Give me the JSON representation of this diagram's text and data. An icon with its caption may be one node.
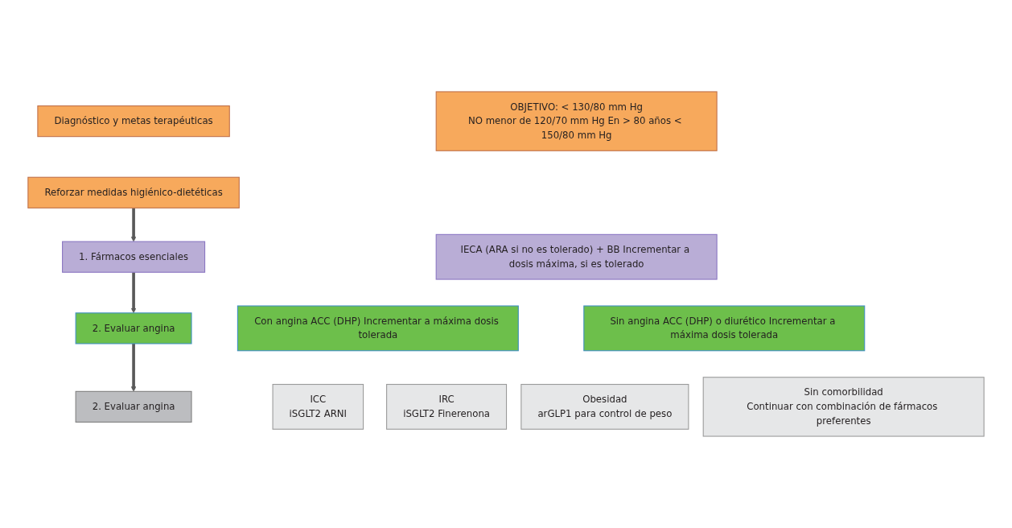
{
  "diagram": {
    "nodes": [
      {
        "text": [
          "Diagnóstico y metas terapéuticas"
        ]
      },
      {
        "text": [
          "OBJETIVO: < 130/80 mm Hg",
          "NO menor de 120/70 mm Hg En > 80 años < 150/80 mm Hg"
        ]
      },
      {
        "text": [
          "Reforzar medidas higiénico-dietéticas"
        ]
      },
      {
        "text": [
          "1. Fármacos esenciales"
        ]
      },
      {
        "text": [
          "IECA (ARA si no es tolerado) + BB Incrementar a dosis máxima, si es tolerado"
        ]
      },
      {
        "text": [
          "2. Evaluar angina"
        ]
      },
      {
        "text": [
          "Con angina ACC (DHP) Incrementar a máxima dosis tolerada"
        ]
      },
      {
        "text": [
          "Sin angina ACC (DHP) o diurético Incrementar a máxima dosis tolerada"
        ]
      },
      {
        "text": [
          "2. Evaluar angina"
        ]
      },
      {
        "text": [
          "ICC",
          "iSGLT2 ARNI"
        ]
      },
      {
        "text": [
          "IRC",
          "iSGLT2 Finerenona"
        ]
      },
      {
        "text": [
          "Obesidad",
          "arGLP1 para control de peso"
        ]
      },
      {
        "text": [
          "Sin comorbilidad",
          "Continuar con combinación de fármacos preferentes"
        ]
      }
    ],
    "edges": [
      {
        "from": 2,
        "to": 3,
        "arrow": "to"
      },
      {
        "from": 3,
        "to": 5,
        "arrow": "to"
      },
      {
        "from": 5,
        "to": 8,
        "arrow": "to"
      }
    ]
  }
}
